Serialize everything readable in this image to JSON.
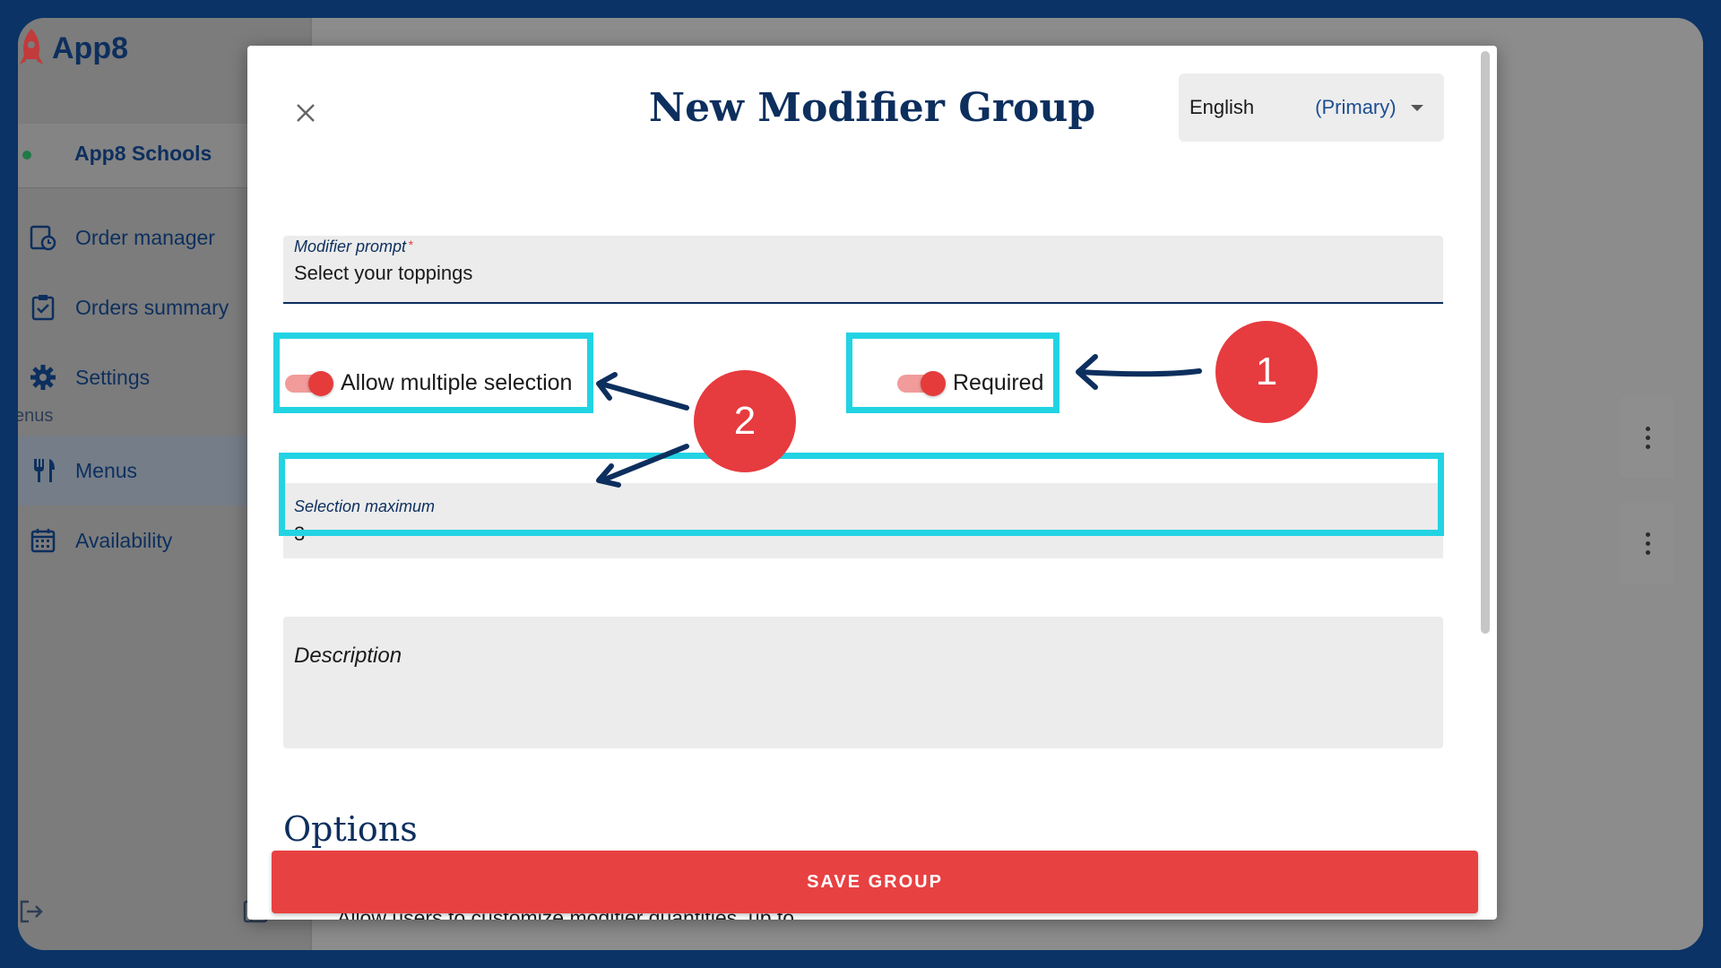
{
  "background_app": {
    "brand": "App8",
    "school": "App8 Schools",
    "nav": [
      {
        "label": "Order manager",
        "icon": "clock-calendar-icon"
      },
      {
        "label": "Orders summary",
        "icon": "clipboard-check-icon"
      },
      {
        "label": "Settings",
        "icon": "gear-icon"
      },
      {
        "label": "Menus",
        "icon": "fork-knife-icon"
      },
      {
        "label": "Availability",
        "icon": "calendar-icon"
      }
    ],
    "section_label": "enus"
  },
  "modal": {
    "title": "New Modifier Group",
    "language": {
      "name": "English",
      "tag": "(Primary)"
    },
    "modifier_prompt": {
      "label": "Modifier prompt",
      "required_mark": "*",
      "value": "Select your toppings"
    },
    "allow_multiple": {
      "label": "Allow multiple selection",
      "on": true
    },
    "required_toggle": {
      "label": "Required",
      "on": true
    },
    "selection_maximum": {
      "label": "Selection maximum",
      "value": "3"
    },
    "description": {
      "placeholder": "Description"
    },
    "options_heading": "Options",
    "save_button": "SAVE GROUP",
    "helper_text": "Allow users to customize modifier quantities, up to"
  },
  "annotations": {
    "badge_1": "1",
    "badge_2": "2",
    "highlight_color": "#22d3e3",
    "badge_color": "#e63b3f",
    "arrow_color": "#0d2f5e"
  }
}
